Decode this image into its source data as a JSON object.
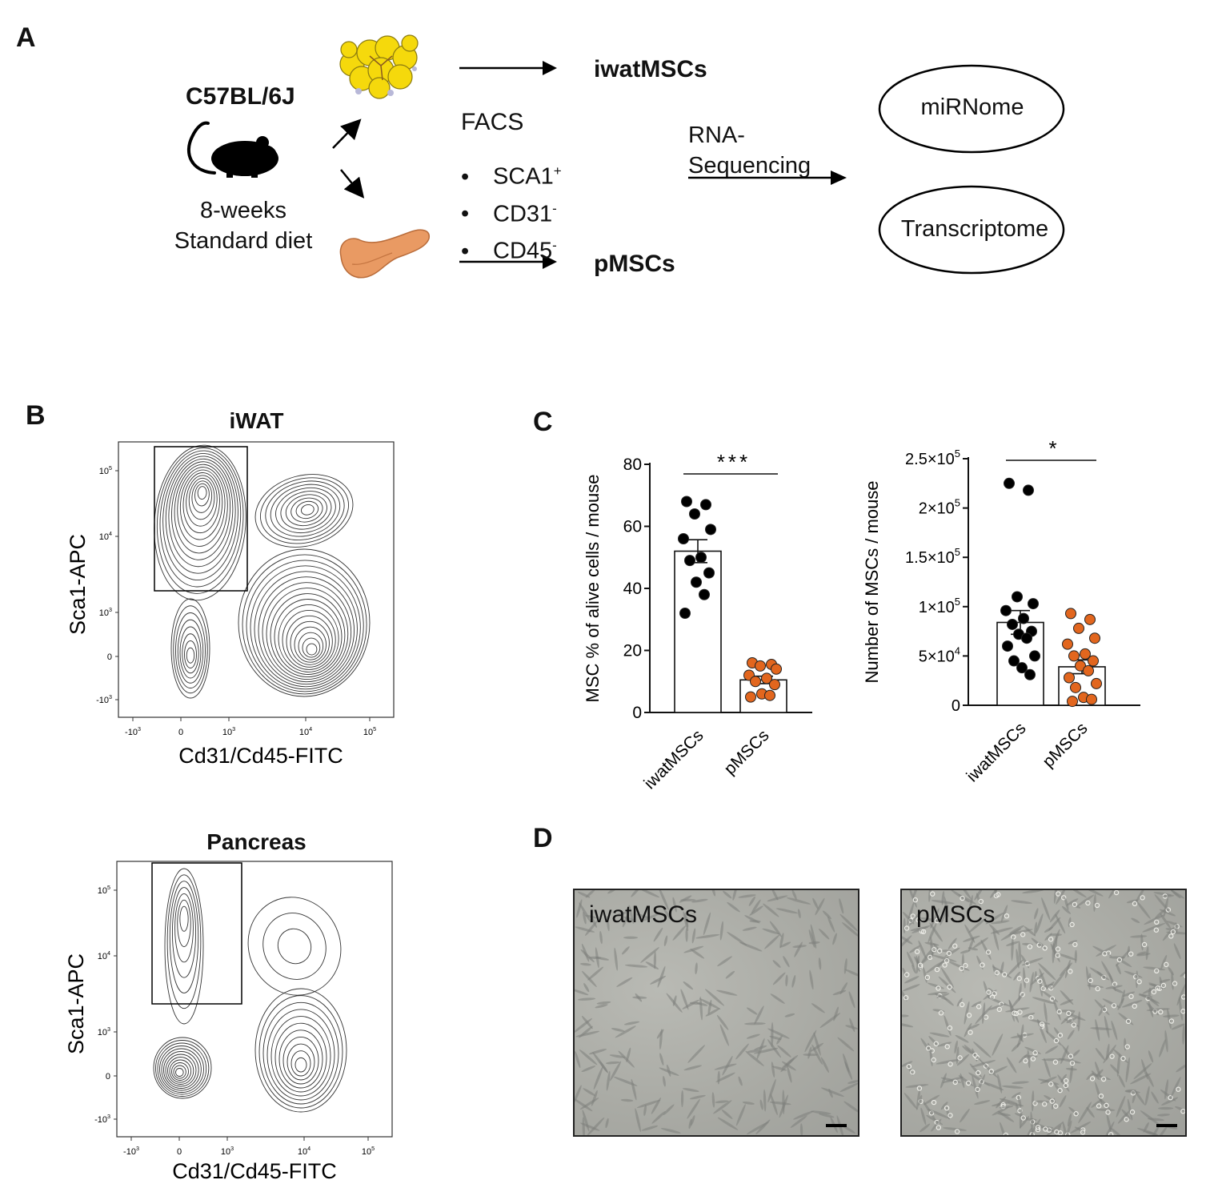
{
  "panels": {
    "A": "A",
    "B": "B",
    "C": "C",
    "D": "D"
  },
  "schematic": {
    "mouse_strain": "C57BL/6J",
    "age": "8-weeks",
    "diet": "Standard diet",
    "facs_title": "FACS",
    "markers": [
      {
        "name": "SCA1",
        "sup": "+"
      },
      {
        "name": "CD31",
        "sup": "-"
      },
      {
        "name": "CD45",
        "sup": "-"
      }
    ],
    "out_top": "iwatMSCs",
    "out_bottom": "pMSCs",
    "rna_line1": "RNA-",
    "rna_line2": "Sequencing",
    "result_top": "miRNome",
    "result_bottom": "Transcriptome",
    "bullet": "•"
  },
  "flow": {
    "top_title": "iWAT",
    "bottom_title": "Pancreas",
    "ylabel": "Sca1-APC",
    "xlabel": "Cd31/Cd45-FITC",
    "tick_base": "10",
    "y_ticks": [
      {
        "b": "10",
        "e": "5"
      },
      {
        "b": "10",
        "e": "4"
      },
      {
        "b": "10",
        "e": "3"
      },
      {
        "b": "0",
        "e": ""
      },
      {
        "b": "-10",
        "e": "3"
      }
    ],
    "x_ticks": [
      {
        "b": "-10",
        "e": "3"
      },
      {
        "b": "0",
        "e": ""
      },
      {
        "b": "10",
        "e": "3"
      },
      {
        "b": "10",
        "e": "4"
      },
      {
        "b": "10",
        "e": "5"
      }
    ]
  },
  "chart_data": [
    {
      "type": "bar",
      "categories": [
        "iwatMSCs",
        "pMSCs"
      ],
      "ylabel": "MSC % of alive cells / mouse",
      "xlabel": "",
      "ylim": [
        0,
        80
      ],
      "yticks": [
        0,
        20,
        40,
        60,
        80
      ],
      "means": [
        52,
        10.5
      ],
      "sem": [
        3.7,
        1.2
      ],
      "points": [
        [
          68,
          67,
          64,
          59,
          56,
          50,
          49,
          45,
          42,
          38,
          32
        ],
        [
          16,
          15.5,
          15,
          14,
          12,
          11,
          10,
          9,
          6,
          5.5,
          5
        ]
      ],
      "significance": "***",
      "bar_colors": [
        "#ffffff",
        "#ffffff"
      ],
      "point_colors": [
        "#000000",
        "#e2661e"
      ]
    },
    {
      "type": "bar",
      "categories": [
        "iwatMSCs",
        "pMSCs"
      ],
      "ylabel": "Number of MSCs / mouse",
      "xlabel": "",
      "ylim": [
        0,
        250000
      ],
      "yticks": [
        0,
        50000,
        100000,
        150000,
        200000,
        250000
      ],
      "ytick_labels": [
        {
          "b": "0",
          "e": ""
        },
        {
          "b": "5×10",
          "e": "4"
        },
        {
          "b": "1×10",
          "e": "5"
        },
        {
          "b": "1.5×10",
          "e": "5"
        },
        {
          "b": "2×10",
          "e": "5"
        },
        {
          "b": "2.5×10",
          "e": "5"
        }
      ],
      "means": [
        84000,
        39000
      ],
      "sem": [
        12000,
        7000
      ],
      "points": [
        [
          225000,
          218000,
          110000,
          103000,
          96000,
          88000,
          82000,
          75000,
          72000,
          68000,
          60000,
          50000,
          45000,
          38000,
          31000
        ],
        [
          93000,
          87000,
          78000,
          68000,
          62000,
          52000,
          50000,
          45000,
          40000,
          35000,
          28000,
          22000,
          18000,
          8000,
          6000,
          4000
        ]
      ],
      "significance": "*",
      "bar_colors": [
        "#ffffff",
        "#ffffff"
      ],
      "point_colors": [
        "#000000",
        "#e2661e"
      ]
    }
  ],
  "micrographs": {
    "left_label": "iwatMSCs",
    "right_label": "pMSCs"
  }
}
